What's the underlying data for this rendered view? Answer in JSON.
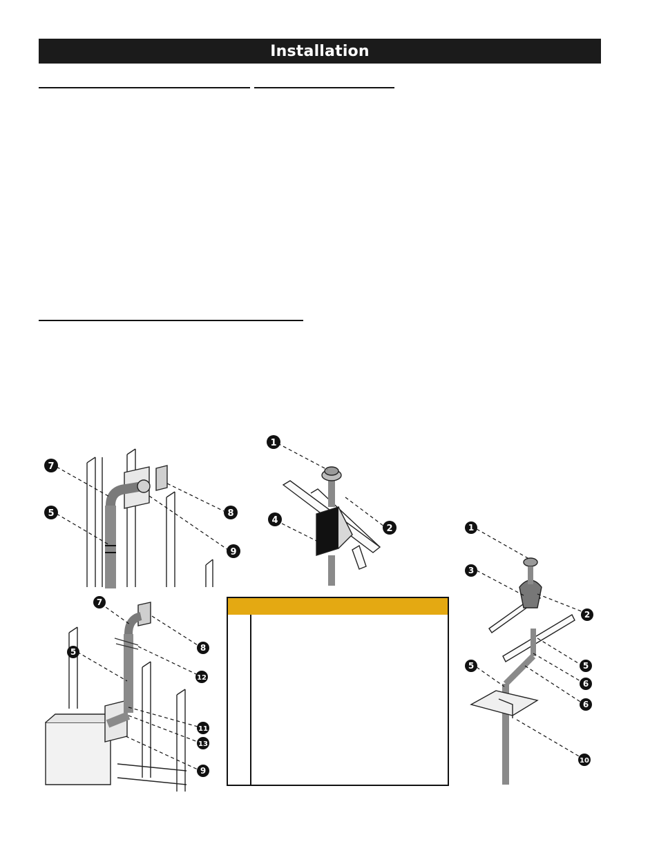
{
  "header": {
    "title": "Installation"
  },
  "figures": {
    "wall_vertical": {
      "callouts": [
        "7",
        "5",
        "8",
        "9"
      ]
    },
    "roof_termination": {
      "callouts": [
        "1",
        "4",
        "2"
      ]
    },
    "wall_pass_through": {
      "callouts": [
        "7",
        "8",
        "5",
        "12",
        "11",
        "13",
        "9"
      ]
    },
    "attic_offset": {
      "callouts": [
        "1",
        "3",
        "2",
        "5",
        "6",
        "6",
        "5",
        "10"
      ]
    }
  },
  "legend": {
    "header_color": "#e4a912"
  }
}
